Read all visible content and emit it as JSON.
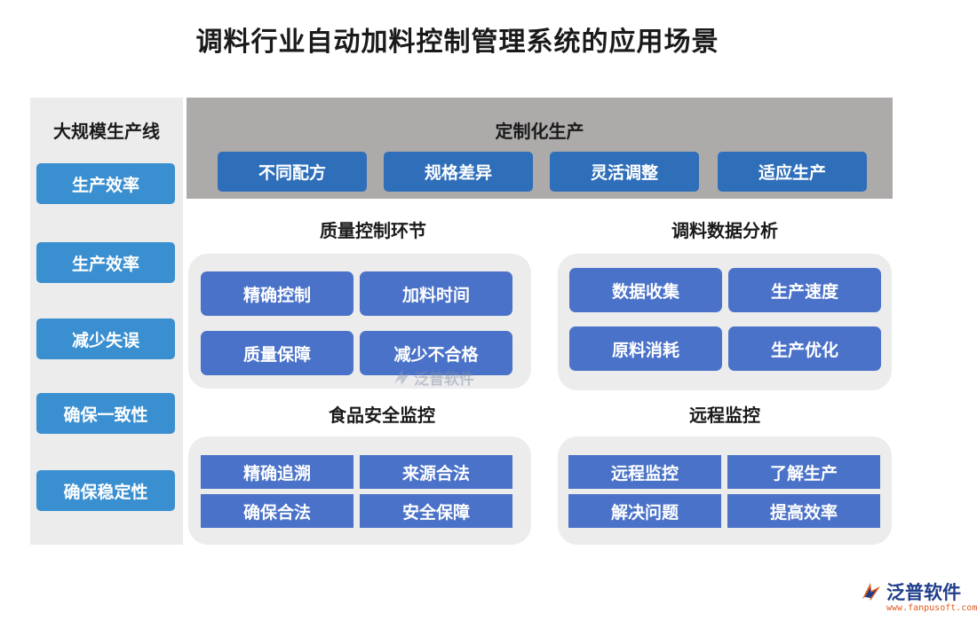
{
  "title": "调料行业自动加料控制管理系统的应用场景",
  "left": {
    "heading": "大规模生产线",
    "items": [
      "生产效率",
      "生产效率",
      "减少失误",
      "确保一致性",
      "确保稳定性"
    ]
  },
  "top": {
    "heading": "定制化生产",
    "items": [
      "不同配方",
      "规格差异",
      "灵活调整",
      "适应生产"
    ]
  },
  "quality": {
    "heading": "质量控制环节",
    "items": [
      "精确控制",
      "加料时间",
      "质量保障",
      "减少不合格"
    ]
  },
  "analysis": {
    "heading": "调料数据分析",
    "items": [
      "数据收集",
      "生产速度",
      "原料消耗",
      "生产优化"
    ]
  },
  "safety": {
    "heading": "食品安全监控",
    "items": [
      "精确追溯",
      "来源合法",
      "确保合法",
      "安全保障"
    ]
  },
  "remote": {
    "heading": "远程监控",
    "items": [
      "远程监控",
      "了解生产",
      "解决问题",
      "提高效率"
    ]
  },
  "watermark": "泛普软件",
  "brand": {
    "name": "泛普软件",
    "url": "www.fanpusoft.com"
  },
  "colors": {
    "left_button": "#3a8fd0",
    "top_button": "#2f6fba",
    "card_button": "#4a72c8",
    "top_panel": "#adaaaa",
    "panel_bg": "#ececec"
  }
}
